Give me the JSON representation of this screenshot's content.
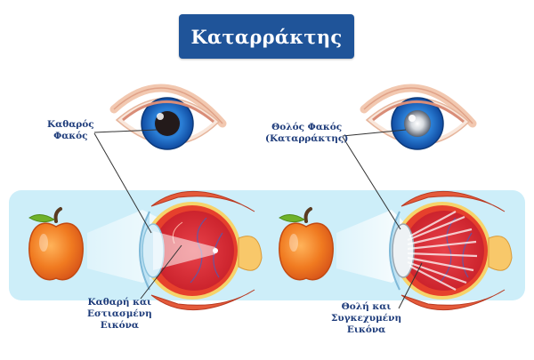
{
  "title": "Καταρράκτης",
  "labels": {
    "clear_lens": [
      "Καθαρός",
      "Φακός"
    ],
    "cloudy_lens": [
      "Θολός Φακός",
      "(Καταρράκτης)"
    ],
    "clear_image": [
      "Καθαρή και",
      "Εστιασμένη",
      "Εικόνα"
    ],
    "blurry_image": [
      "Θολή και",
      "Συγκεχυμένη",
      "Εικόνα"
    ]
  },
  "colors": {
    "title_bg": "#1f5499",
    "label_text": "#1d3b7a",
    "panel_bg": "#cdeef9",
    "iris": "#2b7fd6",
    "apple": "#f07a20",
    "eyeball_wall": "#e83a22",
    "muscle": "#e45a3a"
  }
}
